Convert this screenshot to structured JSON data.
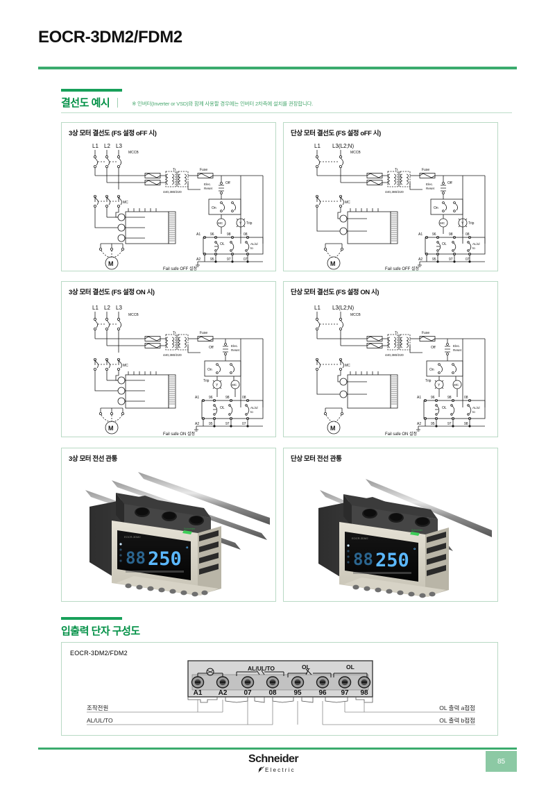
{
  "document": {
    "title": "EOCR-3DM2/FDM2",
    "page_number": "85",
    "brand": {
      "name": "Schneider",
      "sub": "Electric"
    },
    "accent_color": "#3bab6d",
    "heading_color": "#009045"
  },
  "sections": [
    {
      "id": "wiring-examples",
      "title": "결선도 예시",
      "note": "※ 인버터(Inverter or VSD)와 함께 사용할 경우에는 인버터 2차측에 설치를 권장합니다."
    },
    {
      "id": "terminal-layout",
      "title": "입출력 단자 구성도"
    }
  ],
  "panels": [
    {
      "id": "three-phase-fs-off",
      "title": "3상 모터 결선도 (FS 설정 oFF 시)"
    },
    {
      "id": "single-phase-fs-off",
      "title": "단상 모터 결선도 (FS 설정 oFF 시)"
    },
    {
      "id": "three-phase-fs-on",
      "title": "3상 모터 결선도 (FS 설정 ON 시)"
    },
    {
      "id": "single-phase-fs-on",
      "title": "단상 모터 결선도 (FS 설정 ON 시)"
    },
    {
      "id": "three-phase-pass-through",
      "title": "3상 모터 전선 관통"
    },
    {
      "id": "single-phase-pass-through",
      "title": "단상 모터 전선 관통"
    }
  ],
  "diagram": {
    "lines_three_phase": [
      "L1",
      "L2",
      "L3"
    ],
    "lines_single_phase": [
      "L1",
      "L3(L2;N)"
    ],
    "mccb": "MCCB",
    "mc": "MC",
    "transformer": "Tr.",
    "transformer_rating": "440,380/220",
    "fuse": "Fuse",
    "elec_reset": [
      "Elec.",
      "Reset"
    ],
    "off": "Off",
    "on": "On",
    "mc_coil": "MC",
    "trip": "Trip",
    "trip_symbol": "Y",
    "motor": "M",
    "ol": "OL",
    "al_ul_to": [
      "AL/ul",
      "to"
    ],
    "terminals_top": [
      "A1",
      "96",
      "98",
      "08"
    ],
    "terminals_bottom": [
      "A2",
      "95",
      "97",
      "07"
    ],
    "caption_off": "Fail safe OFF 설정",
    "caption_on": "Fail safe ON 설정"
  },
  "device_photo": {
    "display_value": "250",
    "display_prefix": "88",
    "brand_mark": "Schneider",
    "led_color": "#3aa6ff",
    "body_color": "#d9d6cb",
    "face_color": "#101010"
  },
  "terminal_layout": {
    "model": "EOCR-3DM2/FDM2",
    "terminals": [
      "A1",
      "A2",
      "07",
      "08",
      "95",
      "96",
      "97",
      "98"
    ],
    "group_labels": [
      "AL/UL/TO",
      "OL",
      "OL"
    ],
    "annotations_left": [
      "조작전원",
      "AL/UL/TO"
    ],
    "annotations_right": [
      "OL 출력 a접점",
      "OL 출력 b접점"
    ]
  }
}
